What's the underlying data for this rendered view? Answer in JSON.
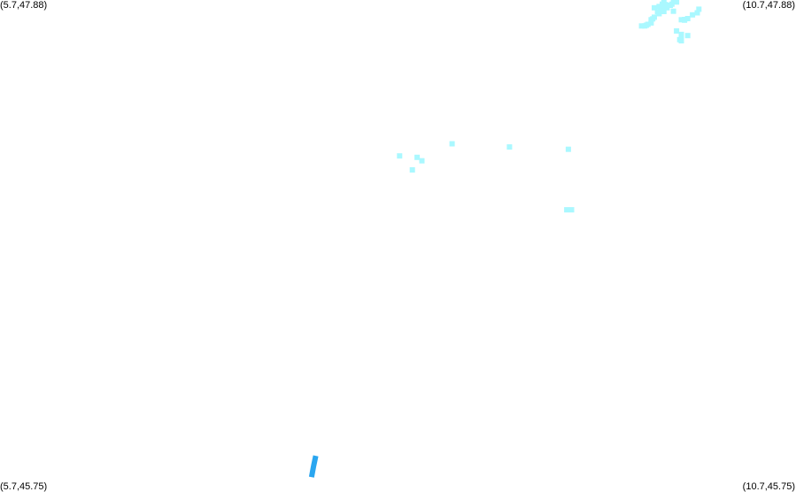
{
  "map": {
    "corner_labels": {
      "top_left": "(5.7,47.88)",
      "top_right": "(10.7,47.88)",
      "bottom_left": "(5.7,45.75)",
      "bottom_right": "(10.7,45.75)"
    },
    "bounds": {
      "lon_min": 5.7,
      "lon_max": 10.7,
      "lat_min": 45.75,
      "lat_max": 47.88
    },
    "colors": {
      "background": "#ffffff",
      "light_points": "#aaf8ff",
      "dark_feature": "#2aa6f0"
    },
    "points": [
      [
        9.87,
        47.874
      ],
      [
        9.91,
        47.857
      ],
      [
        9.86,
        47.842
      ],
      [
        9.81,
        47.846
      ],
      [
        9.93,
        47.831
      ],
      [
        9.85,
        47.833
      ],
      [
        9.83,
        47.829
      ],
      [
        9.88,
        47.852
      ],
      [
        9.89,
        47.846
      ],
      [
        9.87,
        47.83
      ],
      [
        9.84,
        47.82
      ],
      [
        9.81,
        47.805
      ],
      [
        9.8,
        47.798
      ],
      [
        9.79,
        47.794
      ],
      [
        9.77,
        47.774
      ],
      [
        9.75,
        47.767
      ],
      [
        9.73,
        47.767
      ],
      [
        9.98,
        47.794
      ],
      [
        10.0,
        47.795
      ],
      [
        10.02,
        47.799
      ],
      [
        10.0,
        47.794
      ],
      [
        10.0,
        47.792
      ],
      [
        10.09,
        47.84
      ],
      [
        9.98,
        47.73
      ],
      [
        9.98,
        47.721
      ],
      [
        10.02,
        47.725
      ],
      [
        9.95,
        47.871
      ],
      [
        9.86,
        47.862
      ],
      [
        10.05,
        47.815
      ],
      [
        10.08,
        47.824
      ],
      [
        9.79,
        47.78
      ],
      [
        9.76,
        47.77
      ],
      [
        9.93,
        47.874
      ],
      [
        9.92,
        47.862
      ],
      [
        9.84,
        47.852
      ],
      [
        9.88,
        47.86
      ],
      [
        9.86,
        47.86
      ],
      [
        9.95,
        47.745
      ],
      [
        9.97,
        47.707
      ],
      [
        9.98,
        47.702
      ],
      [
        8.54,
        47.253
      ],
      [
        8.35,
        47.179
      ],
      [
        8.32,
        47.194
      ],
      [
        8.29,
        47.139
      ],
      [
        8.21,
        47.2
      ],
      [
        8.9,
        47.239
      ],
      [
        9.27,
        47.229
      ],
      [
        9.26,
        46.965
      ],
      [
        9.29,
        46.965
      ]
    ],
    "dark_feature": [
      [
        7.68,
        45.881
      ],
      [
        7.67,
        45.848
      ],
      [
        7.66,
        45.811
      ]
    ]
  }
}
